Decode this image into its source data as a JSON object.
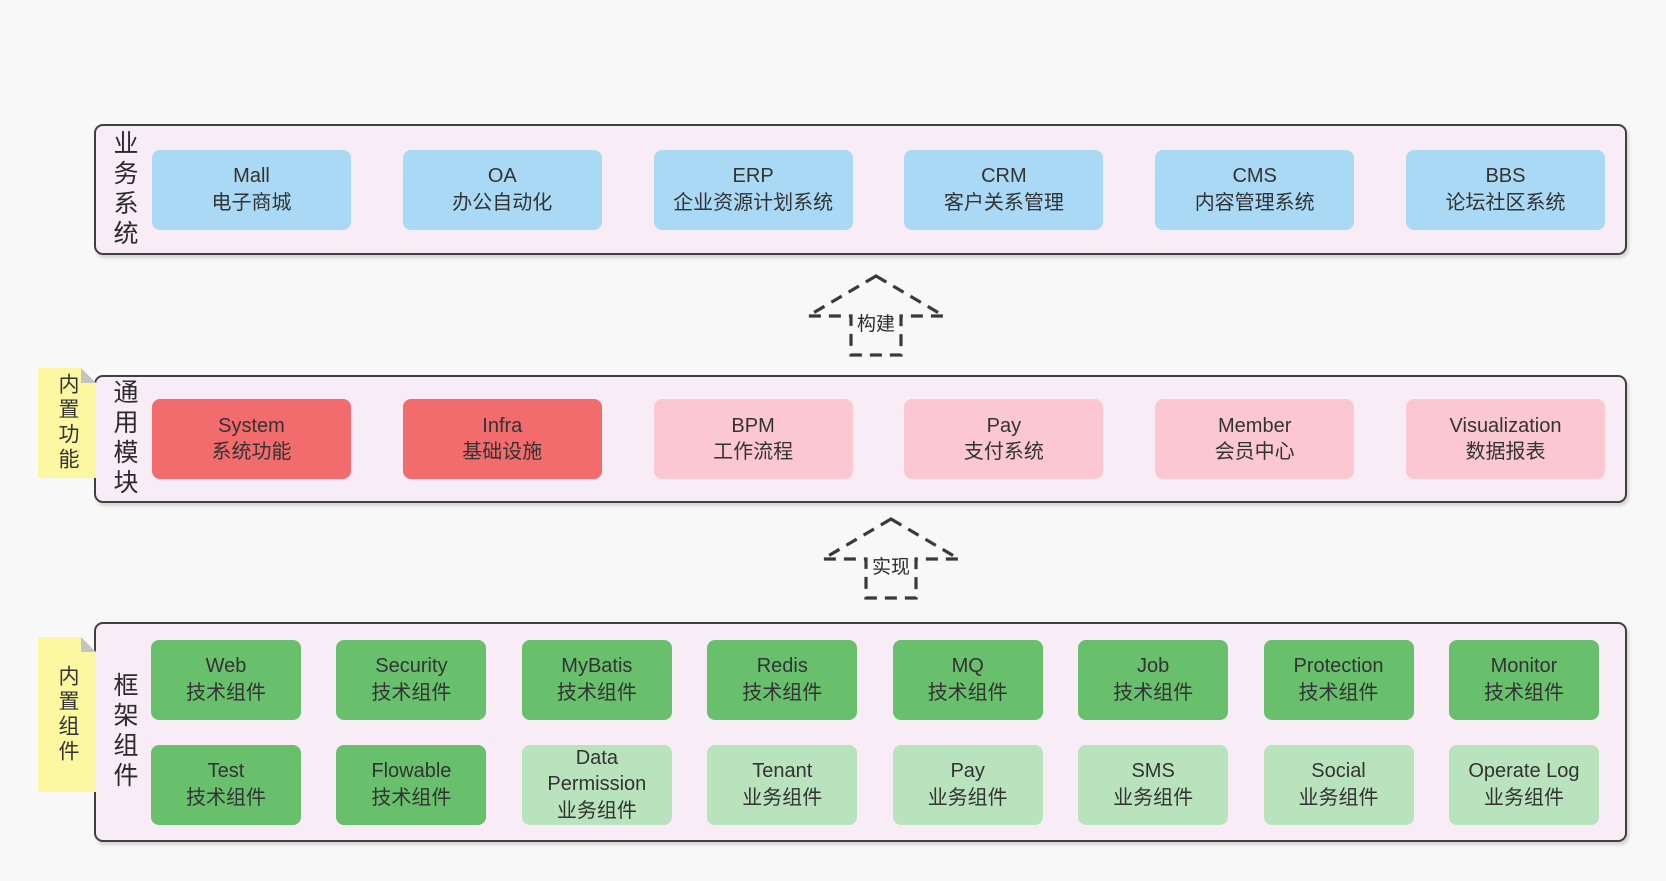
{
  "diagram": {
    "colors": {
      "page_bg": "#f8f8f8",
      "band_bg": "#f8edf6",
      "band_border": "#404040",
      "box_blue": "#a9d9f4",
      "box_red": "#f26b6d",
      "box_pink": "#fbc8d1",
      "box_green": "#68c06c",
      "box_green_light": "#b9e3bc",
      "note_yellow": "#fbf8a1",
      "note_fold": "#c3c3c3",
      "text": "#333333",
      "arrow_stroke": "#3a3a3a"
    },
    "arrows": [
      {
        "label": "构建"
      },
      {
        "label": "实现"
      }
    ],
    "notes": [
      {
        "text": "内置功能"
      },
      {
        "text": "内置组件"
      }
    ],
    "bands": [
      {
        "label": "业务系统",
        "rows": [
          [
            {
              "title": "Mall",
              "subtitle": "电子商城",
              "variant": "blue"
            },
            {
              "title": "OA",
              "subtitle": "办公自动化",
              "variant": "blue"
            },
            {
              "title": "ERP",
              "subtitle": "企业资源计划系统",
              "variant": "blue"
            },
            {
              "title": "CRM",
              "subtitle": "客户关系管理",
              "variant": "blue"
            },
            {
              "title": "CMS",
              "subtitle": "内容管理系统",
              "variant": "blue"
            },
            {
              "title": "BBS",
              "subtitle": "论坛社区系统",
              "variant": "blue"
            }
          ]
        ]
      },
      {
        "label": "通用模块",
        "rows": [
          [
            {
              "title": "System",
              "subtitle": "系统功能",
              "variant": "red"
            },
            {
              "title": "Infra",
              "subtitle": "基础设施",
              "variant": "red"
            },
            {
              "title": "BPM",
              "subtitle": "工作流程",
              "variant": "pink"
            },
            {
              "title": "Pay",
              "subtitle": "支付系统",
              "variant": "pink"
            },
            {
              "title": "Member",
              "subtitle": "会员中心",
              "variant": "pink"
            },
            {
              "title": "Visualization",
              "subtitle": "数据报表",
              "variant": "pink"
            }
          ]
        ]
      },
      {
        "label": "框架组件",
        "rows": [
          [
            {
              "title": "Web",
              "subtitle": "技术组件",
              "variant": "green"
            },
            {
              "title": "Security",
              "subtitle": "技术组件",
              "variant": "green"
            },
            {
              "title": "MyBatis",
              "subtitle": "技术组件",
              "variant": "green"
            },
            {
              "title": "Redis",
              "subtitle": "技术组件",
              "variant": "green"
            },
            {
              "title": "MQ",
              "subtitle": "技术组件",
              "variant": "green"
            },
            {
              "title": "Job",
              "subtitle": "技术组件",
              "variant": "green"
            },
            {
              "title": "Protection",
              "subtitle": "技术组件",
              "variant": "green"
            },
            {
              "title": "Monitor",
              "subtitle": "技术组件",
              "variant": "green"
            }
          ],
          [
            {
              "title": "Test",
              "subtitle": "技术组件",
              "variant": "green"
            },
            {
              "title": "Flowable",
              "subtitle": "技术组件",
              "variant": "green"
            },
            {
              "title": "Data Permission",
              "subtitle": "业务组件",
              "variant": "green-light"
            },
            {
              "title": "Tenant",
              "subtitle": "业务组件",
              "variant": "green-light"
            },
            {
              "title": "Pay",
              "subtitle": "业务组件",
              "variant": "green-light"
            },
            {
              "title": "SMS",
              "subtitle": "业务组件",
              "variant": "green-light"
            },
            {
              "title": "Social",
              "subtitle": "业务组件",
              "variant": "green-light"
            },
            {
              "title": "Operate Log",
              "subtitle": "业务组件",
              "variant": "green-light"
            }
          ]
        ]
      }
    ]
  }
}
